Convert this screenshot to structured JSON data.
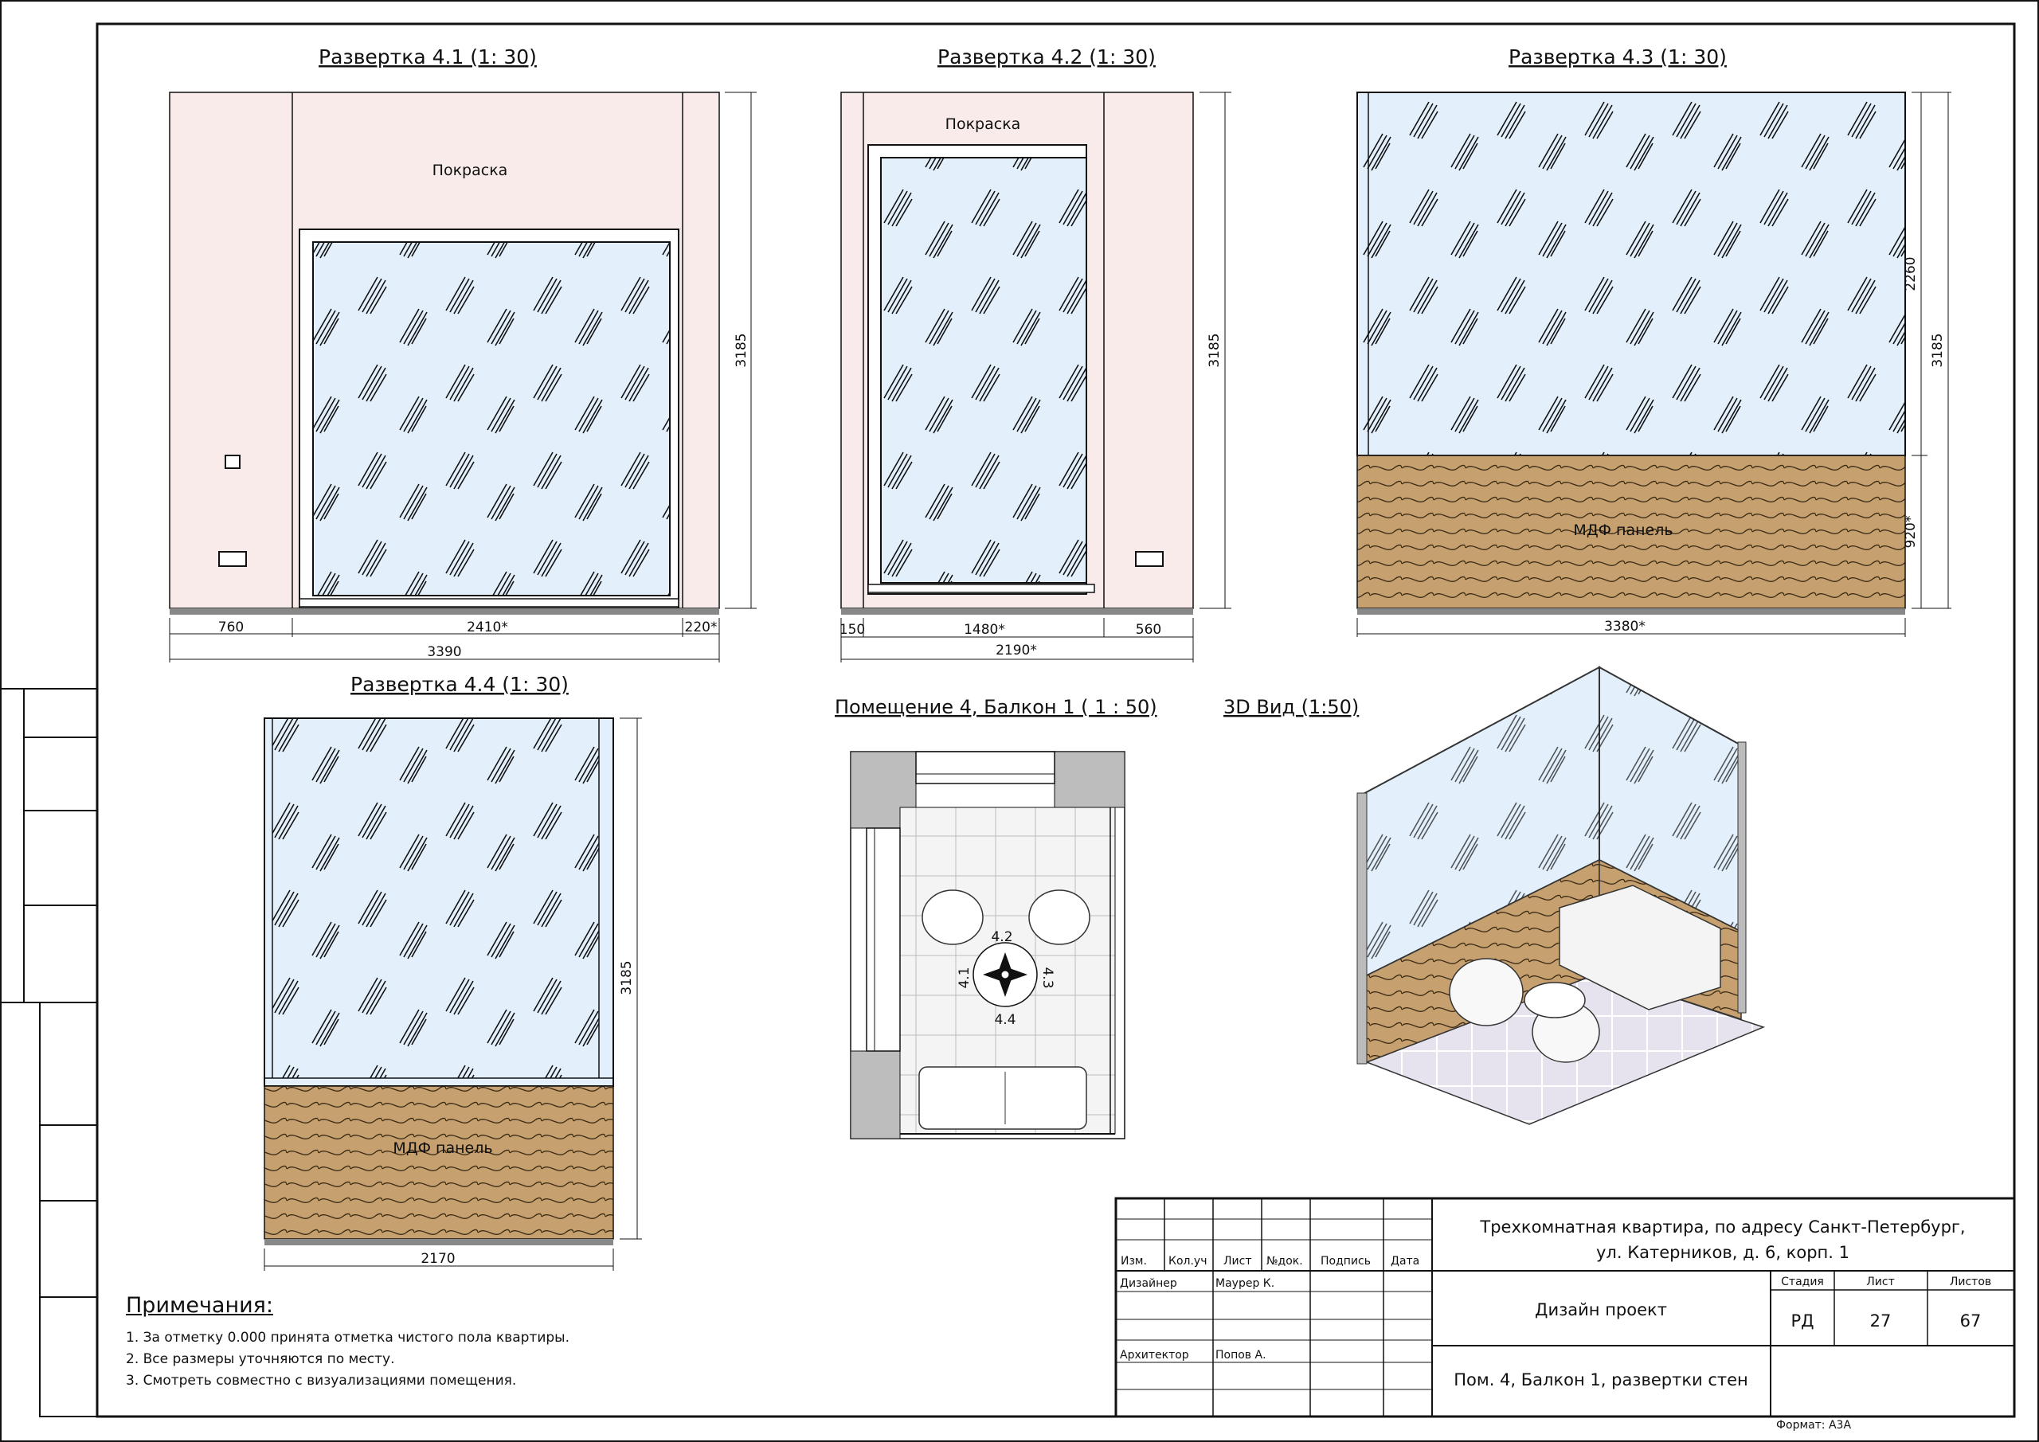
{
  "views": {
    "v41": {
      "title": "Развертка 4.1 (1: 30)",
      "paint": "Покраска",
      "height": "3185",
      "dims": [
        "760",
        "2410*",
        "220*"
      ],
      "total": "3390"
    },
    "v42": {
      "title": "Развертка 4.2 (1: 30)",
      "paint": "Покраска",
      "height": "3185",
      "dims": [
        "150",
        "1480*",
        "560"
      ],
      "total": "2190*"
    },
    "v43": {
      "title": "Развертка 4.3 (1: 30)",
      "panel": "МДФ панель",
      "h_upper": "2260",
      "h_lower": "920*",
      "height": "3185",
      "total": "3380*"
    },
    "v44": {
      "title": "Развертка 4.4 (1: 30)",
      "panel": "МДФ панель",
      "height": "3185",
      "total": "2170"
    },
    "plan": {
      "title": "Помещение 4, Балкон 1 ( 1 : 50)",
      "marks": [
        "4.2",
        "4.1",
        "4.3",
        "4.4"
      ]
    },
    "iso": {
      "title": "3D  Вид (1:50)"
    }
  },
  "notes": {
    "title": "Примечания:",
    "items": [
      "1.   За отметку 0.000 принята отметка чистого пола квартиры.",
      "2.   Все размеры уточняются по месту.",
      "3.   Смотреть совместно с  визуализациями помещения."
    ]
  },
  "stamp": {
    "headers": [
      "Изм.",
      "Кол.уч",
      "Лист",
      "№док.",
      "Подпись",
      "Дата"
    ],
    "designer_label": "Дизайнер",
    "designer": "Маурер К.",
    "architect_label": "Архитектор",
    "architect": "Попов А.",
    "project_line1": "Трехкомнатная квартира, по адресу Санкт-Петербург,",
    "project_line2": "ул. Катерников, д. 6, корп. 1",
    "doc_type": "Дизайн проект",
    "stage_label": "Стадия",
    "sheet_label": "Лист",
    "sheets_label": "Листов",
    "stage": "РД",
    "sheet": "27",
    "sheets": "67",
    "sheet_title": "Пом. 4, Балкон 1, развертки стен"
  },
  "format": "Формат: А3А",
  "colors": {
    "paint": "#f8ebe9",
    "glass": "#e3f0fc",
    "mdf": "#c7a06f",
    "floor": "#ededf2"
  }
}
